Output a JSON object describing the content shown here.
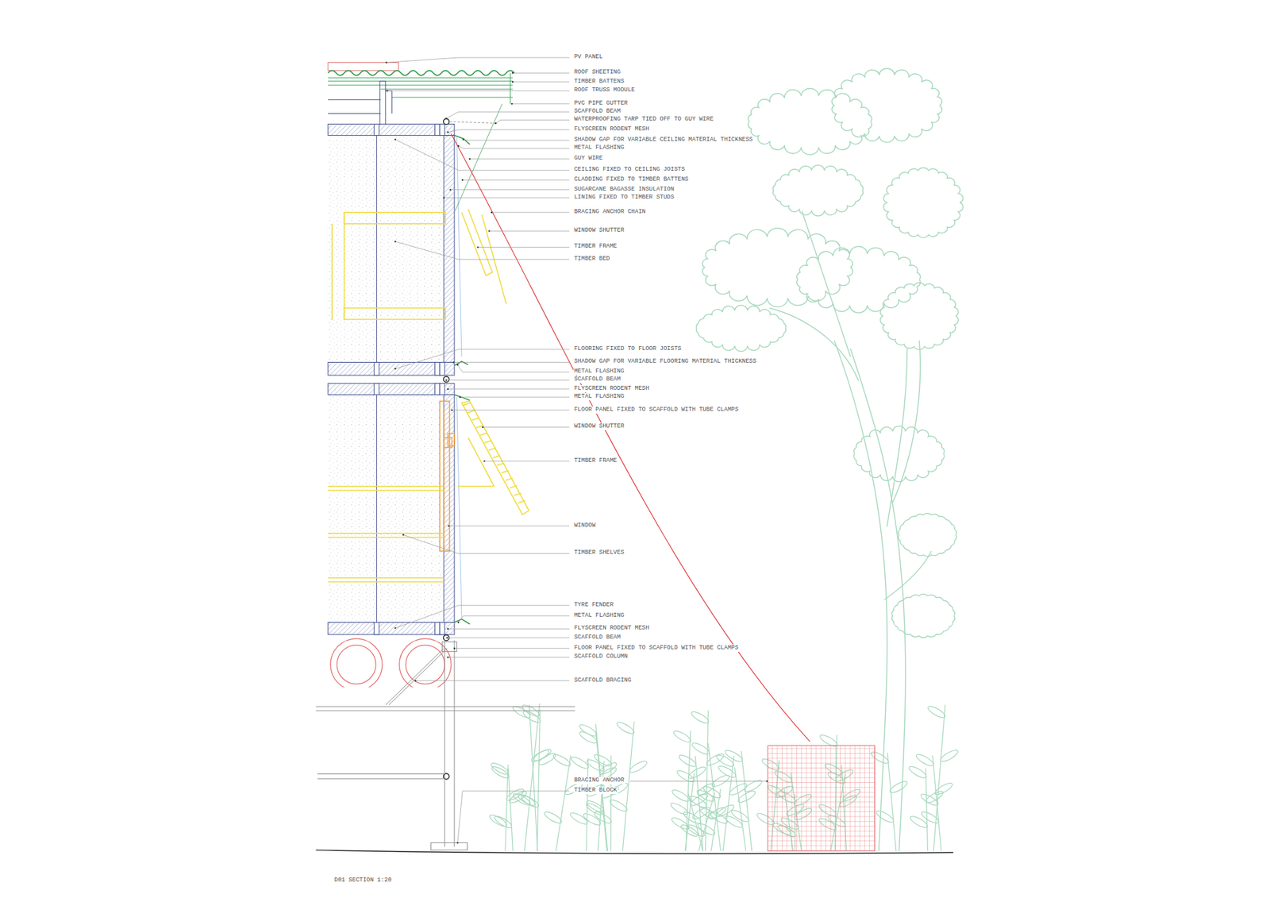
{
  "diagram": {
    "caption": "D01 SECTION 1:20",
    "labels": [
      "PV PANEL",
      "ROOF SHEETING",
      "TIMBER BATTENS",
      "ROOF TRUSS MODULE",
      "PVC PIPE GUTTER",
      "SCAFFOLD BEAM",
      "WATERPROOFING TARP TIED OFF TO GUY WIRE",
      "FLYSCREEN RODENT MESH",
      "SHADOW GAP FOR VARIABLE CEILING MATERIAL THICKNESS",
      "METAL FLASHING",
      "GUY WIRE",
      "CEILING FIXED TO CEILING JOISTS",
      "CLADDING FIXED TO TIMBER BATTENS",
      "SUGARCANE BAGASSE INSULATION",
      "LINING FIXED TO TIMBER STUDS",
      "BRACING ANCHOR CHAIN",
      "WINDOW SHUTTER",
      "TIMBER FRAME",
      "TIMBER BED",
      "FLOORING FIXED TO FLOOR JOISTS",
      "SHADOW GAP FOR VARIABLE FLOORING MATERIAL THICKNESS",
      "METAL FLASHING",
      "SCAFFOLD BEAM",
      "FLYSCREEN RODENT MESH",
      "METAL FLASHING",
      "FLOOR PANEL FIXED TO SCAFFOLD WITH TUBE CLAMPS",
      "WINDOW SHUTTER",
      "TIMBER FRAME",
      "WINDOW",
      "TIMBER SHELVES",
      "TYRE FENDER",
      "METAL FLASHING",
      "FLYSCREEN RODENT MESH",
      "SCAFFOLD BEAM",
      "FLOOR PANEL FIXED TO SCAFFOLD WITH TUBE CLAMPS",
      "SCAFFOLD COLUMN",
      "SCAFFOLD BRACING",
      "BRACING ANCHOR",
      "TIMBER BLOCK"
    ]
  }
}
